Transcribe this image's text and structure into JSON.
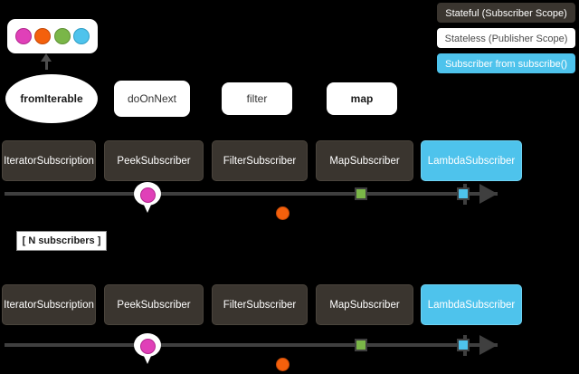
{
  "legend": {
    "items": [
      {
        "label": "Stateful (Subscriber Scope)",
        "style": "dark",
        "color": "#3a352f"
      },
      {
        "label": "Stateless (Publisher Scope)",
        "style": "white",
        "color": "#ffffff"
      },
      {
        "label": "Subscriber from subscribe()",
        "style": "blue",
        "color": "#4ec3ec"
      }
    ]
  },
  "source": {
    "dots": [
      {
        "name": "magenta-dot",
        "color": "#e040b8"
      },
      {
        "name": "orange-dot",
        "color": "#f4600c"
      },
      {
        "name": "green-dot",
        "color": "#7ab648"
      },
      {
        "name": "blue-dot",
        "color": "#4ec3ec"
      }
    ]
  },
  "operators": [
    {
      "label": "fromIterable",
      "shape": "ellipse",
      "bold": true
    },
    {
      "label": "doOnNext",
      "shape": "rect",
      "bold": false
    },
    {
      "label": "filter",
      "shape": "rect",
      "bold": false
    },
    {
      "label": "map",
      "shape": "rect",
      "bold": true
    }
  ],
  "chain": {
    "boxes": [
      {
        "label": "IteratorSubscription",
        "style": "dark"
      },
      {
        "label": "PeekSubscriber",
        "style": "dark"
      },
      {
        "label": "FilterSubscriber",
        "style": "dark"
      },
      {
        "label": "MapSubscriber",
        "style": "dark"
      },
      {
        "label": "LambdaSubscriber",
        "style": "blue"
      }
    ]
  },
  "timeline": {
    "bubble_marble_color": "#e040b8",
    "dropped_marble_color": "#f4600c",
    "mapped_marble_color": "#7ab648",
    "delivered_marble_color": "#4ec3ec",
    "line_color": "#3f3f3f"
  },
  "note": {
    "label": "[ N subscribers ]"
  },
  "colors": {
    "background": "#000000",
    "stateful": "#3a352f",
    "stateless": "#ffffff",
    "subscriber": "#4ec3ec"
  }
}
